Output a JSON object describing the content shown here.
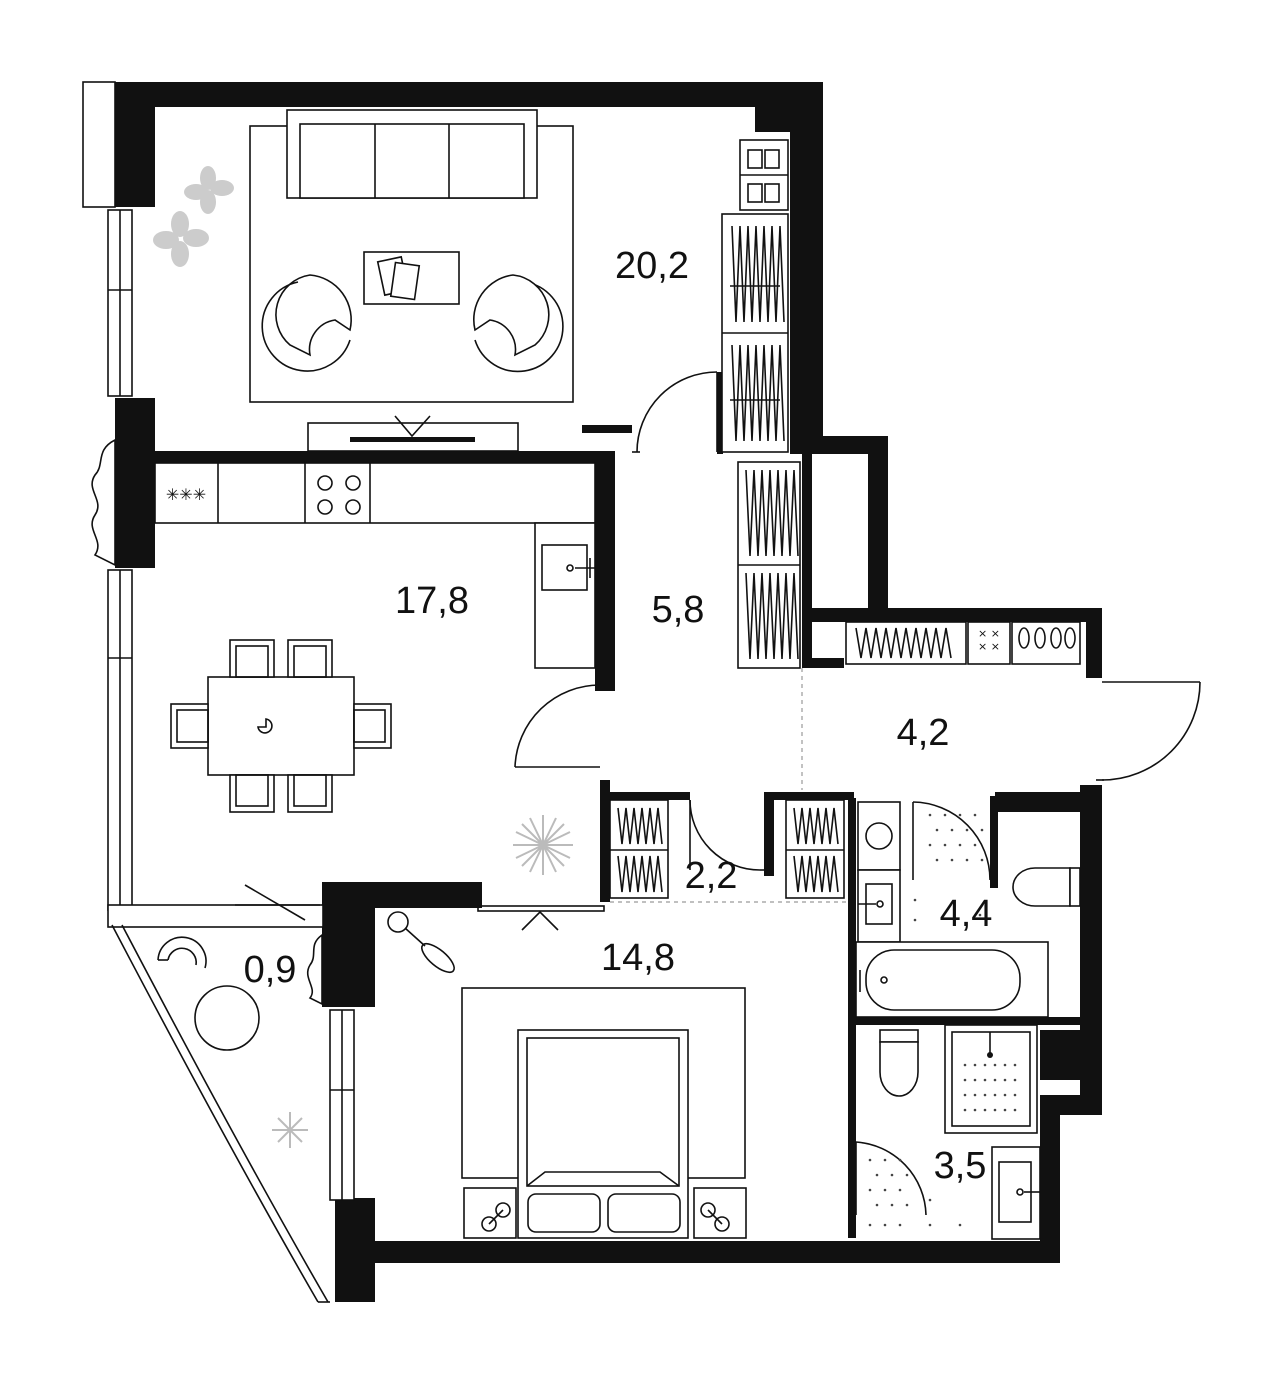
{
  "rooms": [
    {
      "id": "living-room",
      "area": "20,2"
    },
    {
      "id": "kitchen-dining",
      "area": "17,8"
    },
    {
      "id": "hallway",
      "area": "5,8"
    },
    {
      "id": "entrance-hall",
      "area": "4,2"
    },
    {
      "id": "corridor",
      "area": "2,2"
    },
    {
      "id": "bathroom",
      "area": "4,4"
    },
    {
      "id": "balcony",
      "area": "0,9"
    },
    {
      "id": "bedroom",
      "area": "14,8"
    },
    {
      "id": "toilet-room",
      "area": "3,5"
    }
  ],
  "colors": {
    "walls": "#111111",
    "furniture_lines": "#111111",
    "plants": "#c8c8c8",
    "background": "#ffffff"
  },
  "icons": [
    "sofa-icon",
    "armchair-icon",
    "coffee-table-icon",
    "tv-stand-icon",
    "plant-icon",
    "kitchen-counter-icon",
    "stove-icon",
    "sink-icon",
    "dining-table-icon",
    "chair-icon",
    "wardrobe-icon",
    "bed-icon",
    "nightstand-icon",
    "toilet-icon",
    "bathtub-icon",
    "shower-icon",
    "washing-machine-icon",
    "door-icon",
    "window-icon",
    "radiator-icon",
    "shoe-rack-icon"
  ]
}
